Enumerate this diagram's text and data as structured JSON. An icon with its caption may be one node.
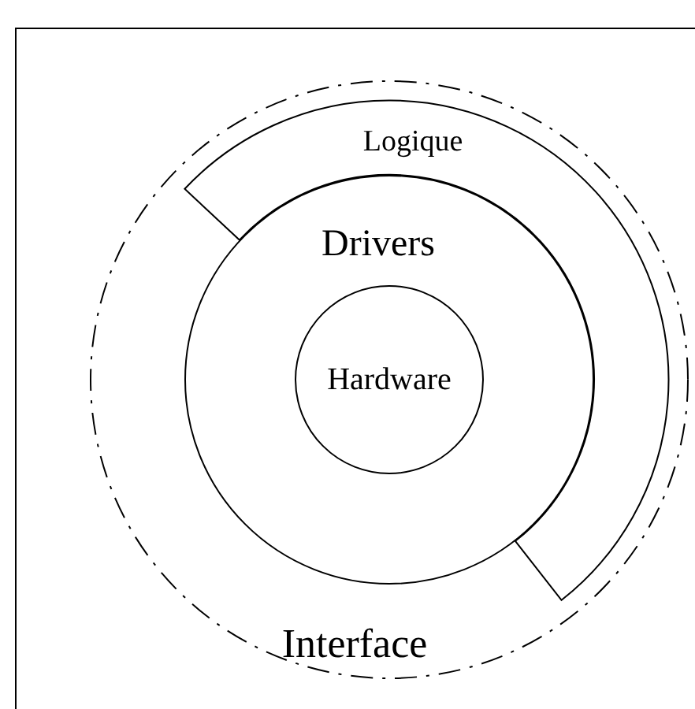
{
  "diagram": {
    "nodes": [
      {
        "text": [
          "Interface"
        ]
      },
      {
        "text": [
          "Logique"
        ],
        "in": 0
      },
      {
        "text": [
          "Drivers"
        ],
        "in": 0
      },
      {
        "text": [
          "Hardware"
        ],
        "in": 2
      }
    ]
  }
}
